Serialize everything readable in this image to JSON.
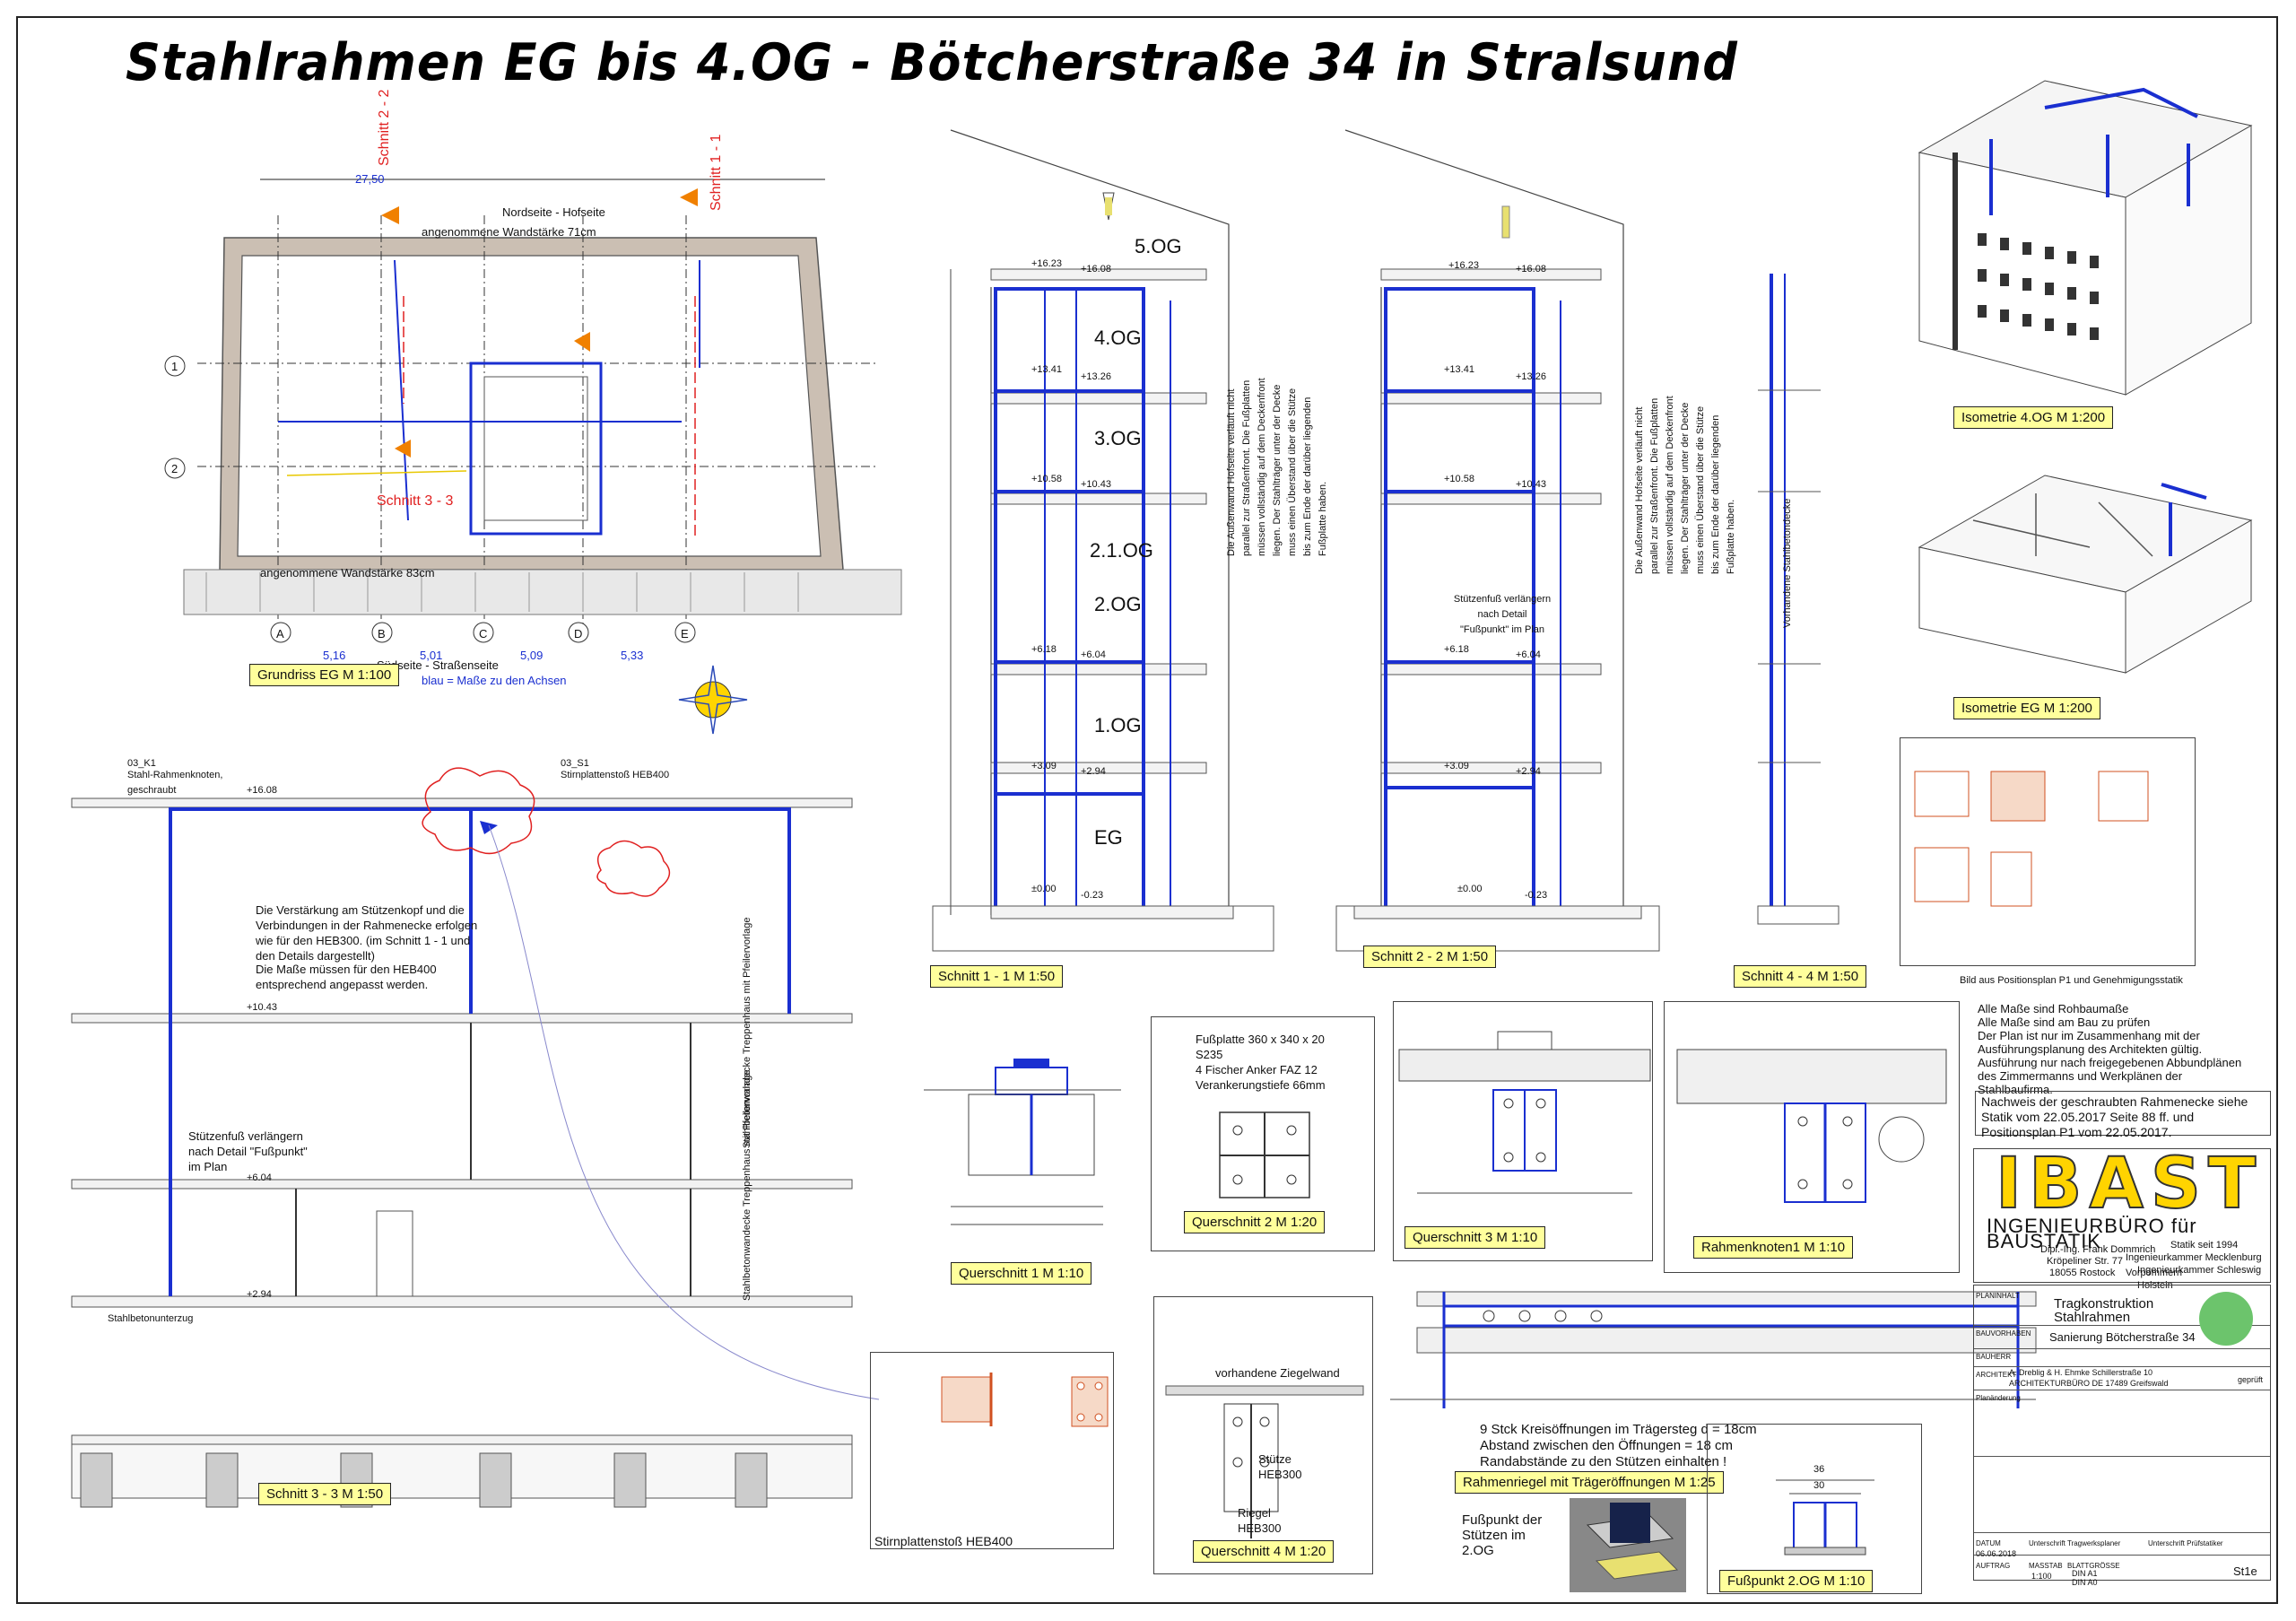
{
  "title": "Stahlrahmen EG bis 4.OG  - Bötcherstraße 34 in Stralsund",
  "labels": {
    "grundriss": "Grundriss EG M 1:100",
    "schnitt11": "Schnitt 1 - 1  M 1:50",
    "schnitt22": "Schnitt 2 - 2  M 1:50",
    "schnitt44": "Schnitt 4 - 4  M 1:50",
    "schnitt33": "Schnitt 3 - 3  M 1:50",
    "iso4og": "Isometrie 4.OG M 1:200",
    "isoeg": "Isometrie EG M 1:200",
    "qs1": "Querschnitt 1 M 1:10",
    "qs2": "Querschnitt 2 M 1:20",
    "qs3": "Querschnitt 3 M 1:10",
    "qs4": "Querschnitt 4  M 1:20",
    "rk1": "Rahmenknoten1 M 1:10",
    "rahmenriegel": "Rahmenriegel mit Trägeröffnungen M 1:25",
    "fusspunkt2og": "Fußpunkt 2.OG  M 1:10"
  },
  "grundriss": {
    "nordseite": "Nordseite - Hofseite",
    "wand71": "angenommene Wandstärke 71cm",
    "wand83": "angenommene Wandstärke 83cm",
    "suedseite": "Südseite - Straßenseite",
    "blau": "blau = Maße zu den Achsen",
    "schnitt11": "Schnitt 1 - 1",
    "schnitt22": "Schnitt 2 - 2",
    "schnitt33": "Schnitt 3 - 3",
    "axes": [
      "A",
      "B",
      "C",
      "D",
      "E"
    ],
    "rows": [
      "1",
      "2"
    ],
    "dim_top": "27,50",
    "dims": [
      "5,16",
      "5,01",
      "5,09",
      "5,33"
    ]
  },
  "floors": [
    "5.OG",
    "4.OG",
    "3.OG",
    "2.1.OG",
    "2.OG",
    "1.OG",
    "EG"
  ],
  "levels": {
    "top1": "+16.23",
    "top2": "+16.08",
    "l4a": "+13.41",
    "l4b": "+13.26",
    "l3a": "+10.58",
    "l3b": "+10.43",
    "l2a": "+6.18",
    "l2b": "+6.04",
    "l1a": "+3.09",
    "l1b": "+2.94",
    "l0a": "±0.00",
    "l0b": "-0.23"
  },
  "beams": [
    "HEB300",
    "HEB400"
  ],
  "schnitt33": {
    "label_k1": "03_K1",
    "label_s1": "03_S1",
    "stahlrahmen": "Stahl-Rahmenknoten, geschraubt",
    "stirnplatte": "Stirnplattenstoß HEB400",
    "note1": "Die Verstärkung am Stützenkopf und die Verbindungen in der Rahmenecke erfolgen wie für den HEB300. (im Schnitt 1 - 1 und den Details dargestellt)",
    "note2": "Die Maße müssen für den HEB400 entsprechend angepasst werden.",
    "stuetzenfuss": "Stützenfuß verlängern nach Detail \"Fußpunkt\" im Plan",
    "treppenhaus1": "Stahlbetonwandecke Treppenhaus mit Pfeilervorlage",
    "treppenhaus2": "Stahlbetonwandecke Treppenhaus mit Pfeilervorlage",
    "lv1": "+16.08",
    "lv2": "+10.43",
    "lv3": "+6.04",
    "lv4": "+2.94",
    "unterzug": "Stahlbetonunterzug"
  },
  "schnitt_notes": {
    "aussenwand": "Die Außenwand Hofseite verläuft nicht parallel zur Straßenfront. Die Fußplatten müssen vollständig auf dem Deckenfront liegen. Der Stahlträger unter der Decke muss einen Überstand über die Stütze bis zum Ende der darüber liegenden Fußplatte haben.",
    "stuetzenfuss": "Stützenfuß verlängern nach Detail \"Fußpunkt\" im Plan",
    "vorhanden": "Vorhandene Stahlbetondecke"
  },
  "qs2": {
    "t1": "Fußplatte 360 x 340 x 20",
    "t2": "S235",
    "t3": "4 Fischer Anker FAZ 12",
    "t4": "Verankerungstiefe 66mm"
  },
  "qs4": {
    "ziegel": "vorhandene Ziegelwand",
    "stuetze": "Stütze HEB300",
    "riegel": "Riegel HEB300"
  },
  "riegel": {
    "n1": "9 Stck Kreisöffnungen im Trägersteg  d = 18cm",
    "n2": "Abstand zwischen den Öffnungen = 18 cm",
    "n3": "Randabstände zu den Stützen einhalten !"
  },
  "fusspunkt": {
    "t": "Fußpunkt der Stützen im 2.OG",
    "dims": [
      "36",
      "30"
    ]
  },
  "bild_aus": "Bild aus Positionsplan P1 und Genehmigungsstatik",
  "allgemein": [
    "Alle Maße sind Rohbaumaße",
    "Alle Maße sind am Bau zu prüfen",
    "Der Plan ist nur im Zusammenhang mit der",
    "Ausführungsplanung des Architekten gültig.",
    "Ausführung nur nach freigegebenen Abbundplänen",
    "des Zimmermanns und Werkplänen der",
    "Stahlbaufirma."
  ],
  "nachweis": "Nachweis der geschraubten Rahmenecke siehe Statik vom 22.05.2017 Seite 88 ff. und Positionsplan P1 vom 22.05.2017.",
  "company": {
    "logo": "IBAST",
    "name": "INGENIEURBÜRO für BAUSTATIK",
    "person": "Dipl.-Ing. Frank Dommrich",
    "street": "Kröpeliner Str. 77",
    "city": "18055 Rostock",
    "seit": "Statik seit 1994",
    "kammer1": "Ingenieurkammer Mecklenburg Vorpommern",
    "kammer2": "Ingenieurkammer Schleswig Holstein"
  },
  "titleblock": {
    "plan_label": "PLANINHALT",
    "plan1": "Tragkonstruktion",
    "plan2": "Stahlrahmen",
    "bv_label": "BAUVORHABEN",
    "bv": "Sanierung Bötcherstraße 34",
    "bh_label": "BAUHERR",
    "arch_label": "ARCHITEKT",
    "arch": "A. Dreblig & H. Ehmke    Schillerstraße 10",
    "arch2": "ARCHITEKTURBÜRO DE    17489   Greifswald",
    "geprueft": "geprüft",
    "aenderung_label": "Planänderung",
    "plannr_label": "AUFTRAG",
    "massstab_label": "MASSTAB",
    "massstab": "1:100",
    "format_label": "BLATTGRÖSSE",
    "format": "DIN A1",
    "format2": "DIN A0",
    "blatt": "St1e",
    "datum_label": "DATUM",
    "datum": "06.06.2018",
    "unterschrift1": "Unterschrift Tragwerksplaner",
    "unterschrift2": "Unterschrift Prüfstatiker"
  },
  "colors": {
    "steel": "#1a2fd0",
    "label_bg": "#ffff9c",
    "red": "#e02020",
    "orange": "#f08000",
    "green": "#6cc46c",
    "logo": "#ffd400"
  }
}
